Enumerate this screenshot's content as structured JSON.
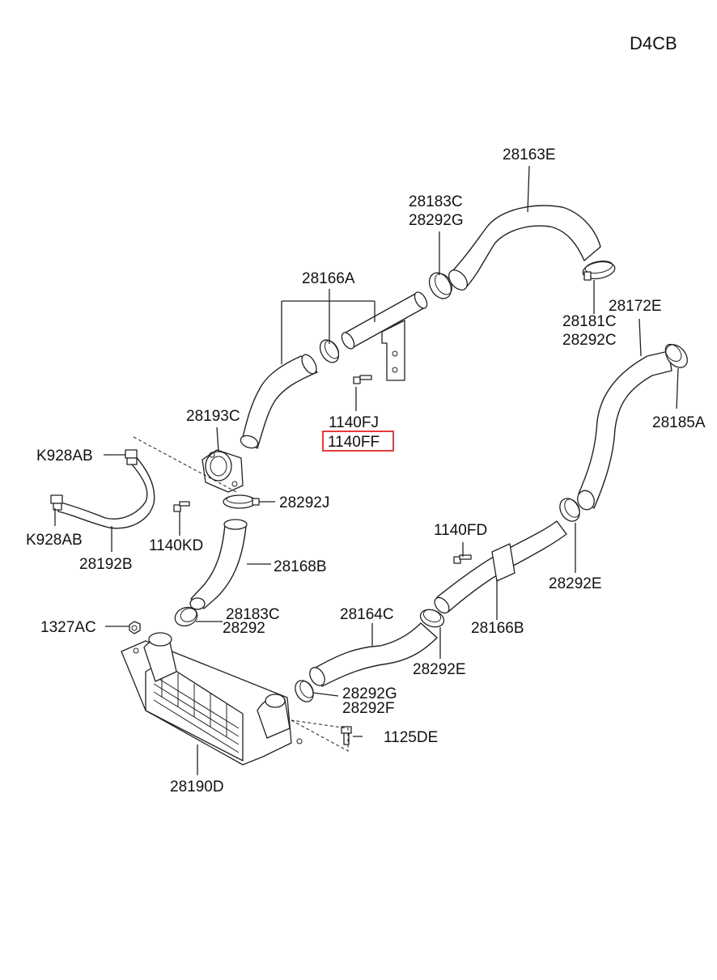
{
  "diagram_code": "D4CB",
  "highlight_color": "#e32626",
  "labels": {
    "p28163E": "28163E",
    "p28183C_top": "28183C",
    "p28292G_top": "28292G",
    "p28166A": "28166A",
    "p28181C": "28181C",
    "p28292C": "28292C",
    "p28172E": "28172E",
    "p28193C": "28193C",
    "p1140FJ": "1140FJ",
    "p1140FF": "1140FF",
    "p28185A": "28185A",
    "pK928AB_top": "K928AB",
    "p28292J": "28292J",
    "pK928AB_bottom": "K928AB",
    "p1140KD": "1140KD",
    "p28192B": "28192B",
    "p1140FD": "1140FD",
    "p28168B": "28168B",
    "p28292E_right": "28292E",
    "p28183C_mid": "28183C",
    "p28292_mid": "28292",
    "p28164C": "28164C",
    "p1327AC": "1327AC",
    "p28166B": "28166B",
    "p28292E_bottom": "28292E",
    "p28292G_bottom": "28292G",
    "p28292F": "28292F",
    "p1125DE": "1125DE",
    "p28190D": "28190D"
  }
}
